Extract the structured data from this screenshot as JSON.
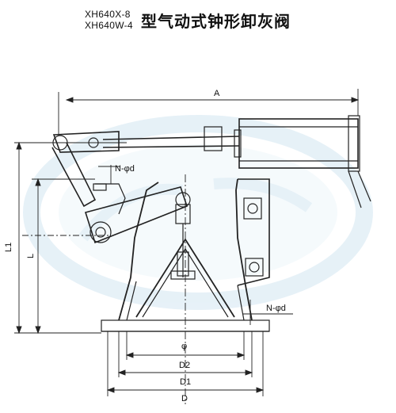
{
  "title": {
    "model_1": "XH640X-8",
    "model_2": "XH640W-4",
    "name": "型气动式钟形卸灰阀"
  },
  "dimensions": {
    "A": "A",
    "N_phi_d_top": "N-φd",
    "N_phi_d_right": "N-φd",
    "L1": "L1",
    "L": "L",
    "phi": "φ",
    "D2": "D2",
    "D1": "D1",
    "D": "D"
  },
  "colors": {
    "line": "#222222",
    "watermark": "#cfe3f0"
  }
}
